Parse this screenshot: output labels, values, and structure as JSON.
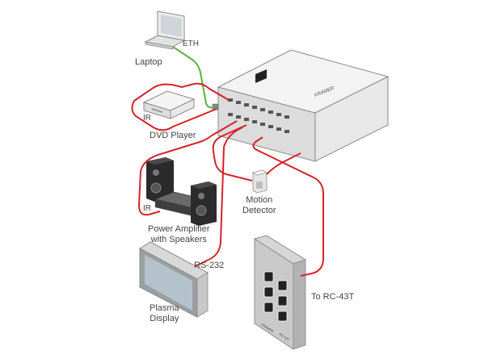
{
  "labels": {
    "laptop": "Laptop",
    "eth": "ETH",
    "ir_dvd": "IR",
    "dvd_player": "DVD Player",
    "ir_amp": "IR",
    "amp_line1": "Power Amplifier",
    "amp_line2": "with Speakers",
    "motion_line1": "Motion",
    "motion_line2": "Detector",
    "rs232": "RS-232",
    "plasma_line1": "Plasma",
    "plasma_line2": "Display",
    "rc43t": "To RC-43T",
    "controller_brand": "KRAMER",
    "panel_brand_left": "KRAMER",
    "panel_brand_right": "RC-43T"
  },
  "colors": {
    "ir_cable": "#d4232c",
    "eth_cable": "#5cb03c",
    "device_body": "#eeeeee",
    "device_outline": "#8a8a8a",
    "speaker": "#2b2b2b"
  }
}
